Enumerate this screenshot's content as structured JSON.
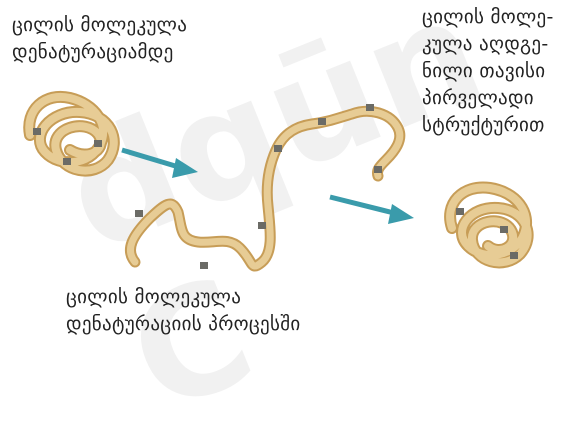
{
  "labels": {
    "native": "ცილის მოლეკულა\nდენატურაციამდე",
    "renatured": "ცილის მოლე-\nკულა აღდგე-\nნილი თავისი\nპირველადი\nსტრუქტურით",
    "process": "ცილის მოლეკულა\nდენატურაციის პროცესში"
  },
  "watermark": "dqūn C",
  "colors": {
    "arrow": "#3a9bab",
    "chain_fill": "#e7cc95",
    "chain_edge": "#c79d57",
    "link": "#6b6b66"
  }
}
